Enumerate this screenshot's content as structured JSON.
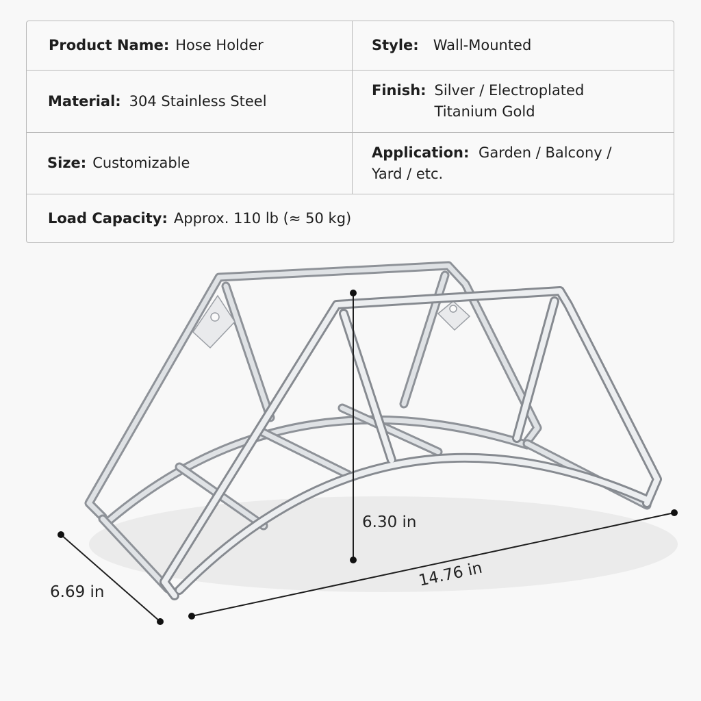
{
  "specs": {
    "product_name": {
      "label": "Product Name:",
      "value": "Hose Holder"
    },
    "style": {
      "label": "Style:",
      "value": "Wall-Mounted"
    },
    "material": {
      "label": "Material:",
      "value": "304 Stainless Steel"
    },
    "finish": {
      "label": "Finish:",
      "value_line1": "Silver / Electroplated",
      "value_line2": "Titanium Gold"
    },
    "size": {
      "label": "Size:",
      "value": "Customizable"
    },
    "application": {
      "label": "Application:",
      "value_line1_suffix": "Garden / Balcony /",
      "value_line2": "Yard / etc."
    },
    "load_capacity": {
      "label": "Load Capacity:",
      "value": "Approx. 110 lb (≈ 50 kg)"
    }
  },
  "dimensions": {
    "height": "6.30 in",
    "length": "14.76 in",
    "depth": "6.69 in"
  }
}
